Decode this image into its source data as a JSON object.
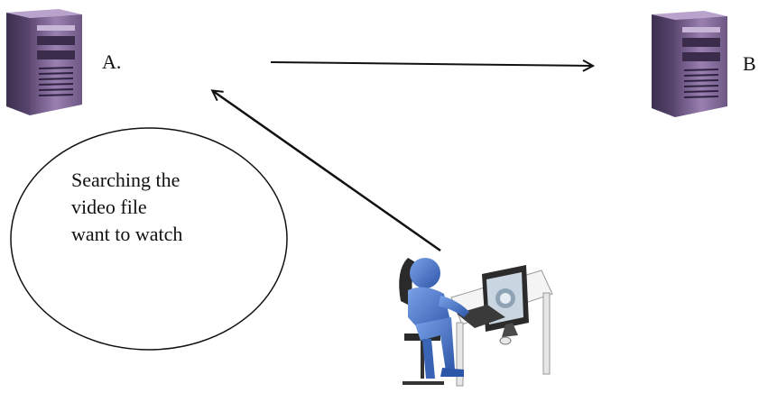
{
  "labels": {
    "server_a": "A.",
    "server_b": "B"
  },
  "thought_bubble": {
    "lines": [
      "Searching the",
      "video file",
      "want to watch"
    ]
  },
  "colors": {
    "server_body": "#8a6f9e",
    "server_dark": "#4b3a5e",
    "user_blue": "#3f6fc6",
    "desk": "#f2f2f2"
  },
  "icons": [
    "server-icon",
    "user-at-computer-icon"
  ]
}
